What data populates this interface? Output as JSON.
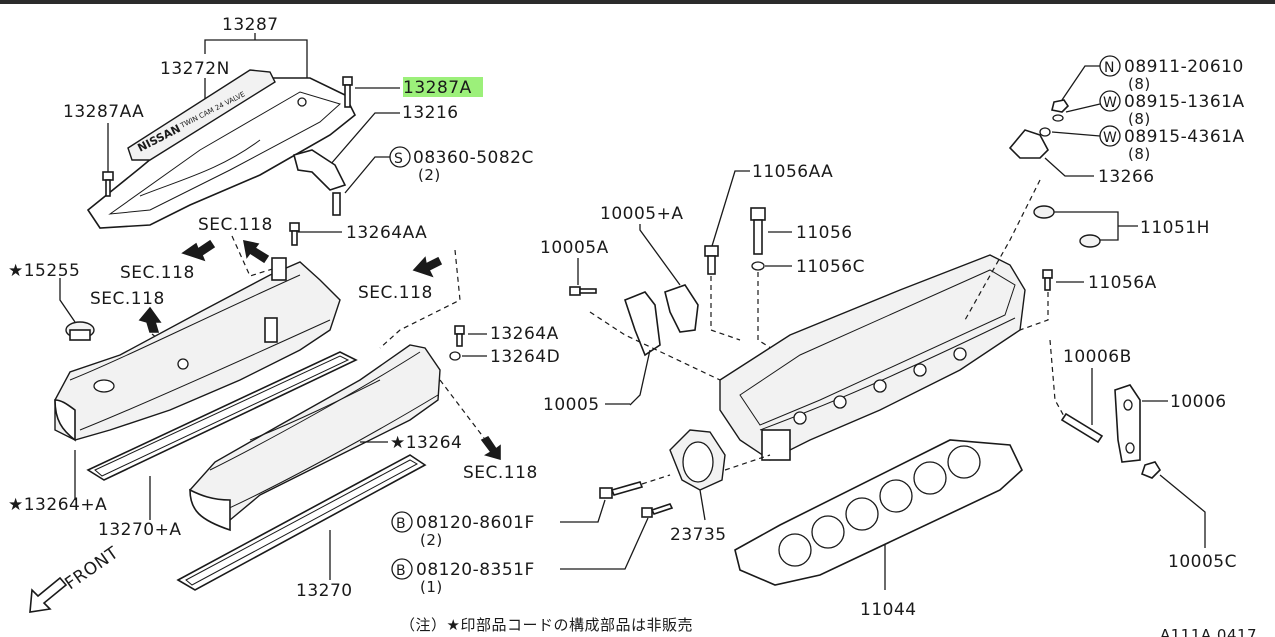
{
  "diagram": {
    "labels": {
      "p13287": "13287",
      "p13272N": "13272N",
      "p13287A": "13287A",
      "p13287AA": "13287AA",
      "p13216": "13216",
      "p08360": "08360-5082C",
      "p08360_qty": "(2)",
      "sec118_a": "SEC.118",
      "sec118_b": "SEC.118",
      "sec118_c": "SEC.118",
      "sec118_d": "SEC.118",
      "sec118_e": "SEC.118",
      "p13264AA": "13264AA",
      "p15255": "★15255",
      "p13264A": "13264A",
      "p13264D": "13264D",
      "p13264": "★13264",
      "p13264plusA": "★13264+A",
      "p13270plusA": "13270+A",
      "p13270": "13270",
      "p08120_8601F": "08120-8601F",
      "p08120_8601F_qty": "(2)",
      "p08120_8351F": "08120-8351F",
      "p08120_8351F_qty": "(1)",
      "p23735": "23735",
      "p10005": "10005",
      "p10005A": "10005A",
      "p10005plusA": "10005+A",
      "p11056AA": "11056AA",
      "p11056": "11056",
      "p11056C": "11056C",
      "p08911": "08911-20610",
      "p08911_qty": "(8)",
      "p08915_1361A": "08915-1361A",
      "p08915_1361A_qty": "(8)",
      "p08915_4361A": "08915-4361A",
      "p08915_4361A_qty": "(8)",
      "p13266": "13266",
      "p11051H": "11051H",
      "p11056A": "11056A",
      "p10006B": "10006B",
      "p10006": "10006",
      "p10005C": "10005C",
      "p11044": "11044",
      "front": "FRONT",
      "note": "（注）★印部品コードの構成部品は非販売",
      "ref": "A111A 0417",
      "prefix_S": "S",
      "prefix_B": "B",
      "prefix_N": "N",
      "prefix_W": "W",
      "cover_text": "NISSAN",
      "cover_text2": "TWIN CAM 24 VALVE"
    },
    "highlight_color": "#9cf07a",
    "line_color": "#1a1a1a"
  }
}
